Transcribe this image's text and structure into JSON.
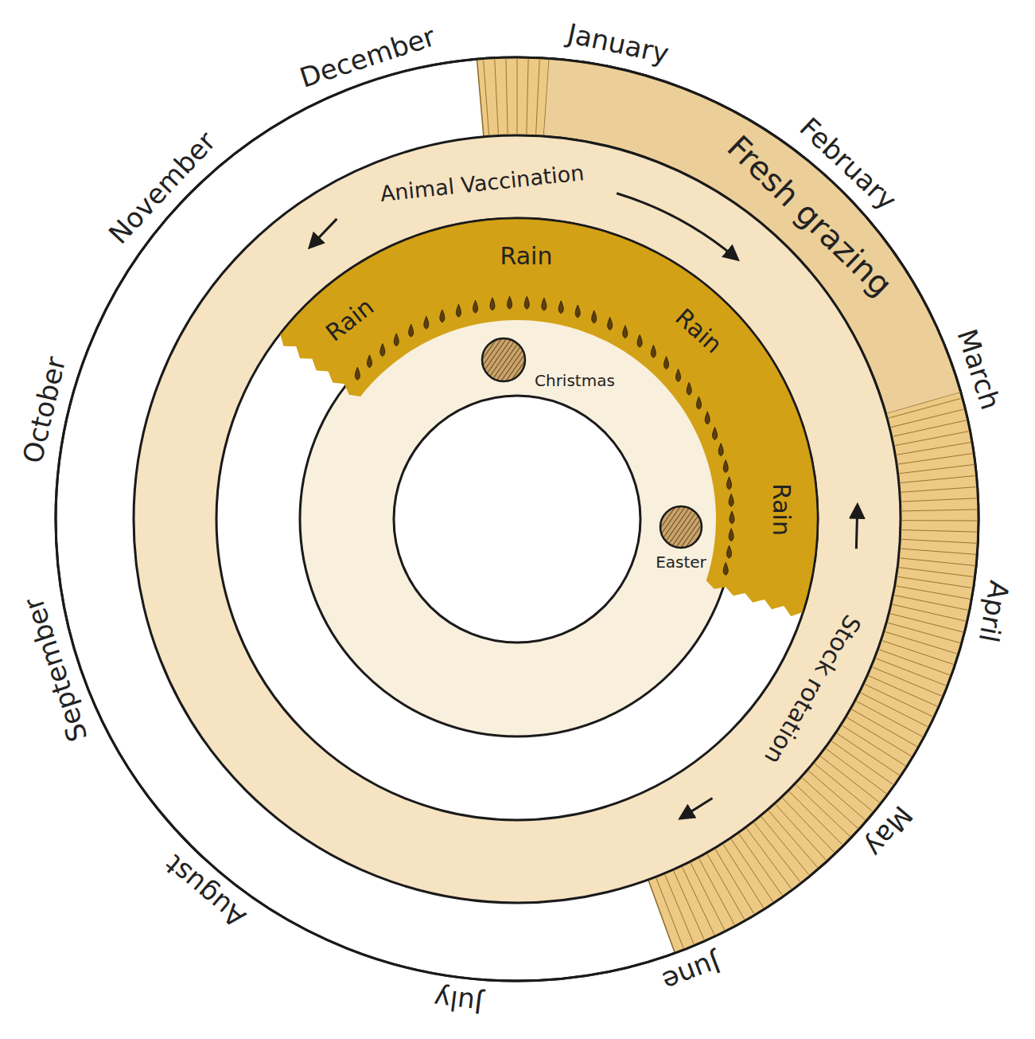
{
  "diagram": {
    "nodes": [
      {
        "text": [
          "Fresh grazing"
        ]
      },
      {
        "text": [
          "Animal Vaccination",
          "Stock rotation"
        ]
      },
      {
        "text": [
          "Rain",
          "Rain",
          "Rain",
          "Rain"
        ]
      },
      {
        "text": [
          "Christmas"
        ]
      },
      {
        "text": [
          "Easter"
        ]
      }
    ],
    "labels": [
      "January",
      "February",
      "March",
      "April",
      "May",
      "June",
      "July",
      "August",
      "September",
      "October",
      "November",
      "December"
    ]
  }
}
